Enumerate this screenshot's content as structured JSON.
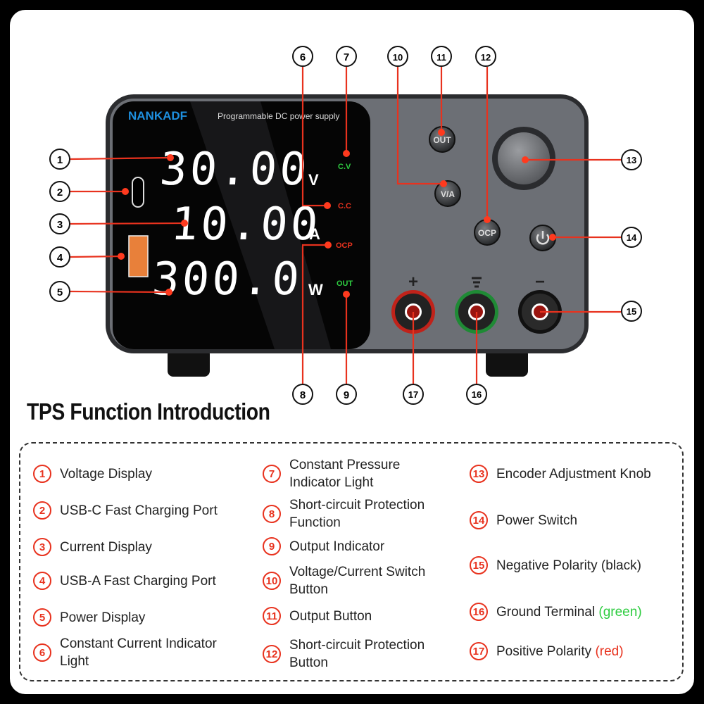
{
  "device": {
    "brand": "NANKADF",
    "subtitle": "Programmable DC power supply",
    "voltage": "30.00",
    "voltage_unit": "V",
    "current": "10.00",
    "current_unit": "A",
    "power": "300.0",
    "power_unit": "W",
    "ind_cv": "C.V",
    "ind_cc": "C.C",
    "ind_ocp": "OCP",
    "ind_out": "OUT",
    "btn_out": "OUT",
    "btn_va": "V/A",
    "btn_ocp": "OCP",
    "plus": "+",
    "minus": "−"
  },
  "callouts": [
    "1",
    "2",
    "3",
    "4",
    "5",
    "6",
    "7",
    "8",
    "9",
    "10",
    "11",
    "12",
    "13",
    "14",
    "15",
    "16",
    "17"
  ],
  "title": "TPS Function Introduction",
  "legend": [
    {
      "n": "1",
      "text": "Voltage Display"
    },
    {
      "n": "2",
      "text": "USB-C Fast Charging Port"
    },
    {
      "n": "3",
      "text": "Current Display"
    },
    {
      "n": "4",
      "text": "USB-A Fast Charging Port"
    },
    {
      "n": "5",
      "text": "Power Display"
    },
    {
      "n": "6",
      "text": "Constant Current Indicator Light"
    },
    {
      "n": "7",
      "text": "Constant Pressure Indicator Light"
    },
    {
      "n": "8",
      "text": "Short-circuit Protection Function"
    },
    {
      "n": "9",
      "text": "Output Indicator"
    },
    {
      "n": "10",
      "text": "Voltage/Current Switch Button"
    },
    {
      "n": "11",
      "text": "Output Button"
    },
    {
      "n": "12",
      "text": "Short-circuit Protection Button"
    },
    {
      "n": "13",
      "text": "Encoder Adjustment Knob"
    },
    {
      "n": "14",
      "text": "Power Switch"
    },
    {
      "n": "15",
      "text": "Negative Polarity (black)"
    },
    {
      "n": "16",
      "text": "Ground Terminal",
      "note": "(green)"
    },
    {
      "n": "17",
      "text": "Positive Polarity",
      "note": "(red)"
    }
  ],
  "colors": {
    "accent": "#e8321e",
    "brand": "#1e90e0",
    "green": "#2ecc40",
    "panel": "#6c6f75"
  }
}
